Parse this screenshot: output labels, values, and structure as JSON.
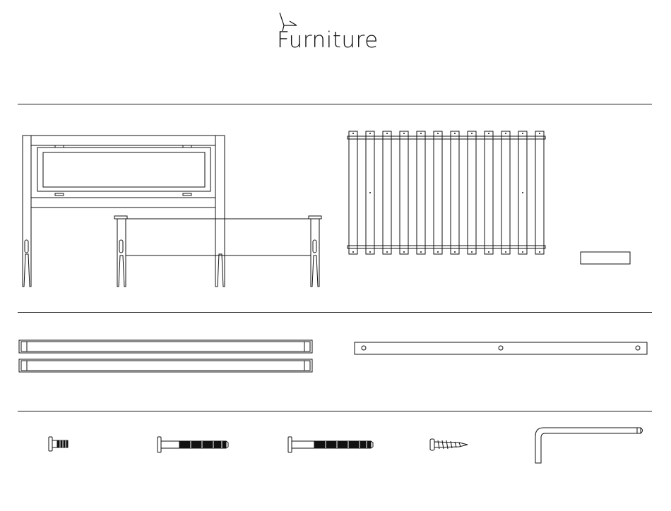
{
  "brand": {
    "name": "Furniture"
  },
  "colors": {
    "line": "#111111",
    "background": "#ffffff"
  },
  "parts": {
    "row1": [
      "headboard",
      "footboard",
      "slat-roll",
      "center-support-label-box"
    ],
    "row2": [
      "side-rail",
      "side-rail",
      "center-support-beam"
    ],
    "row3": [
      "short-bolt",
      "medium-bolt",
      "long-bolt",
      "wood-screw",
      "allen-key"
    ]
  }
}
